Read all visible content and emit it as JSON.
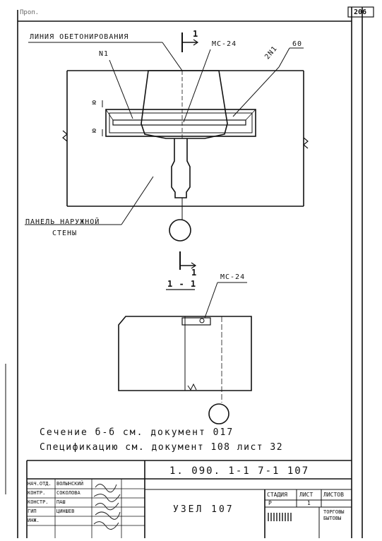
{
  "sheet": {
    "page_number": "206",
    "corner_mark": "Проп."
  },
  "plan": {
    "concreting_line_label": "ЛИНИЯ ОБЕТОНИРОВАНИЯ",
    "section_mark_number": "1",
    "part_label_top": "МС-24",
    "n1_label": "N1",
    "n2_label": "2N1",
    "dim_60": "60",
    "dim_left_top": "ю",
    "dim_left_bottom": "ю",
    "panel_label_line1": "ПАНЕЛЬ НАРУЖНОЙ",
    "panel_label_line2": "СТЕНЫ",
    "section_mark_bottom_number": "1"
  },
  "section": {
    "title": "1 - 1",
    "part_label": "МС-24"
  },
  "notes": {
    "line1": "Сечение б-б см. документ 017",
    "line2": "Спецификацию см. документ 108 лист 32"
  },
  "title_block": {
    "doc_code": "1. 090. 1-1   7-1   107",
    "node_name": "УЗЕЛ 107",
    "stage_header": "СТАДИЯ",
    "sheet_header": "ЛИСТ",
    "sheets_header": "ЛИСТОВ",
    "stage_value": "Р",
    "sheet_value": "1",
    "org_name_line1": "ТОРГОВЫ",
    "org_name_line2": "БЫТОВЫ",
    "roles": [
      {
        "role": "НАЧ.ОТД.",
        "name": "ВОЛЫНСКИЙ"
      },
      {
        "role": "КОНТР.",
        "name": "СОКОЛОВА"
      },
      {
        "role": "КОНСТР.",
        "name": "ПАШ"
      },
      {
        "role": "ГИП",
        "name": "ЦИНШЕВ"
      },
      {
        "role": "ИНЖ.",
        "name": ""
      }
    ]
  }
}
